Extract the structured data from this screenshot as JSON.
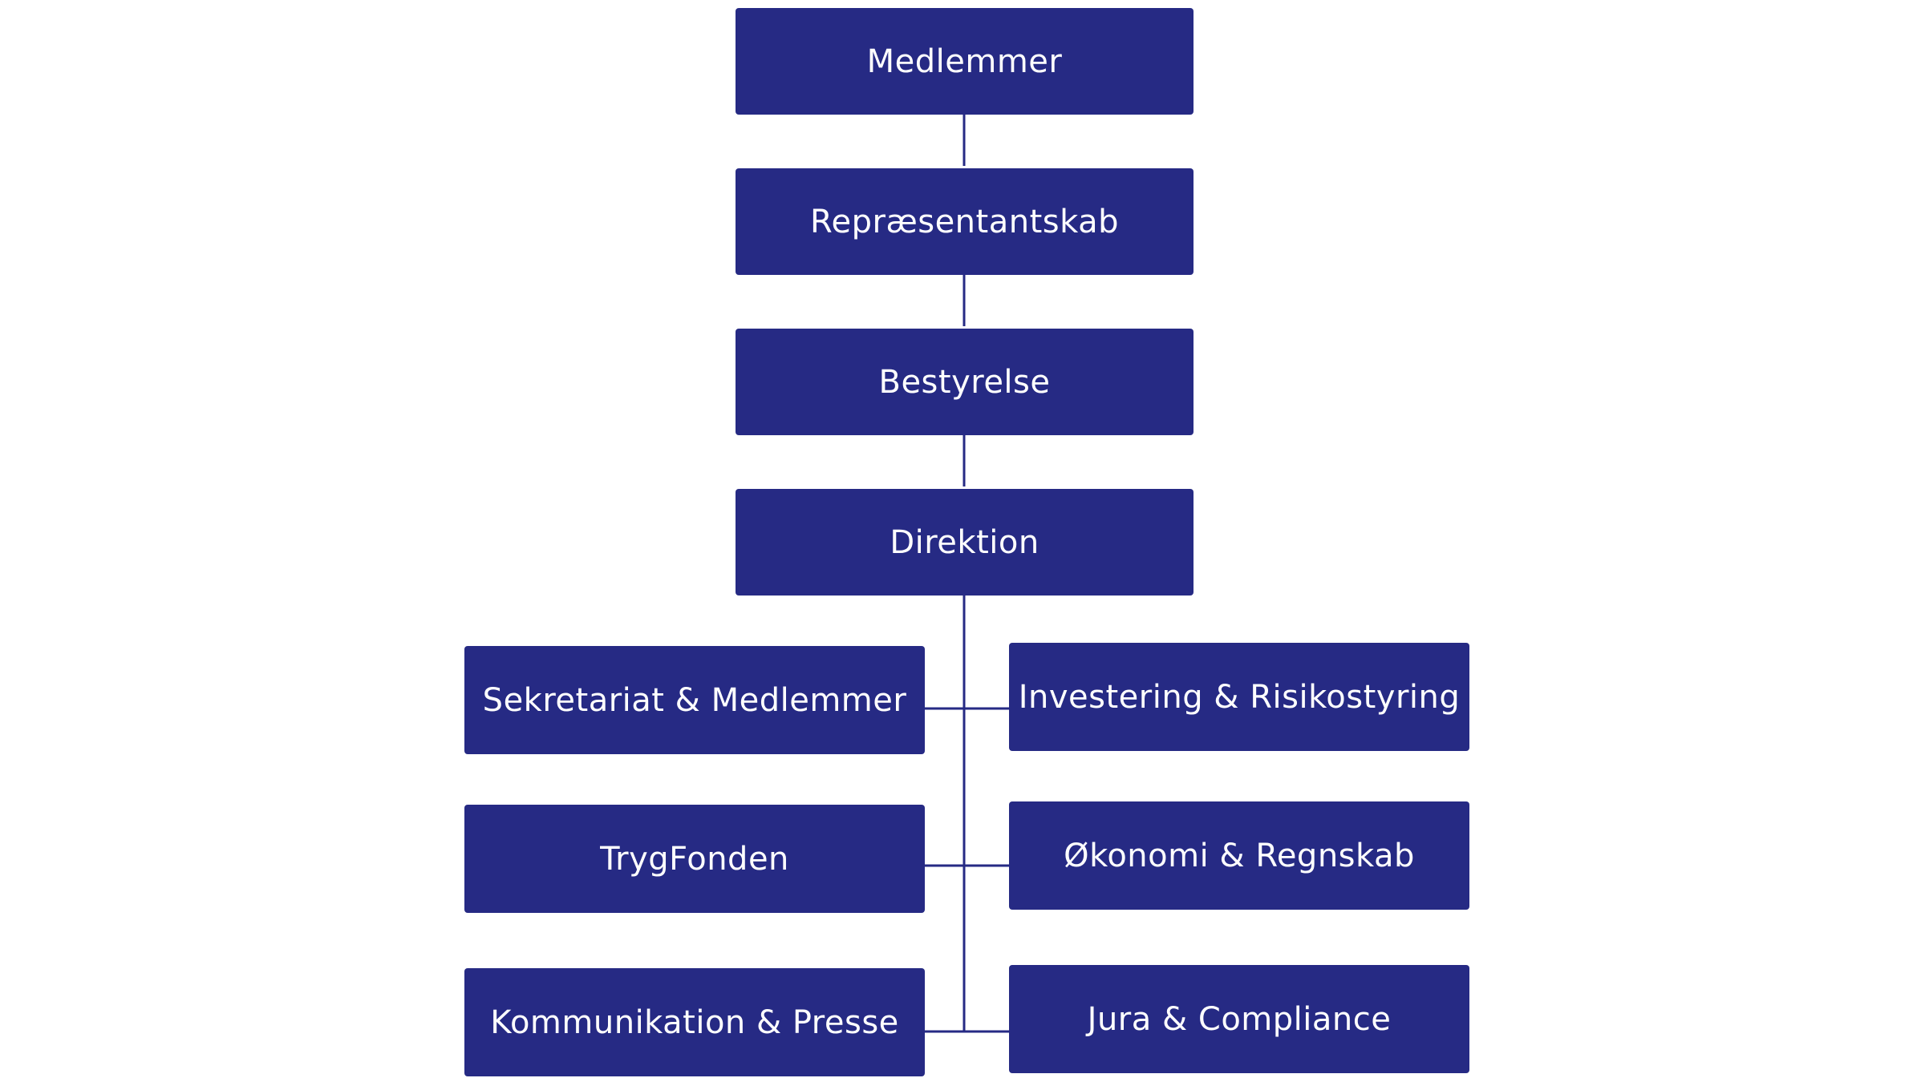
{
  "diagram": {
    "line_color": "#262a84",
    "box_color": "#262a84",
    "text_color": "#ffffff",
    "hierarchy": {
      "level1": "Medlemmer",
      "level2": "Repræsentantskab",
      "level3": "Bestyrelse",
      "level4": "Direktion"
    },
    "departments_left": [
      "Sekretariat & Medlemmer",
      "TrygFonden",
      "Kommunikation & Presse"
    ],
    "departments_right": [
      "Investering & Risikostyring",
      "Økonomi & Regnskab",
      "Jura & Compliance"
    ]
  }
}
